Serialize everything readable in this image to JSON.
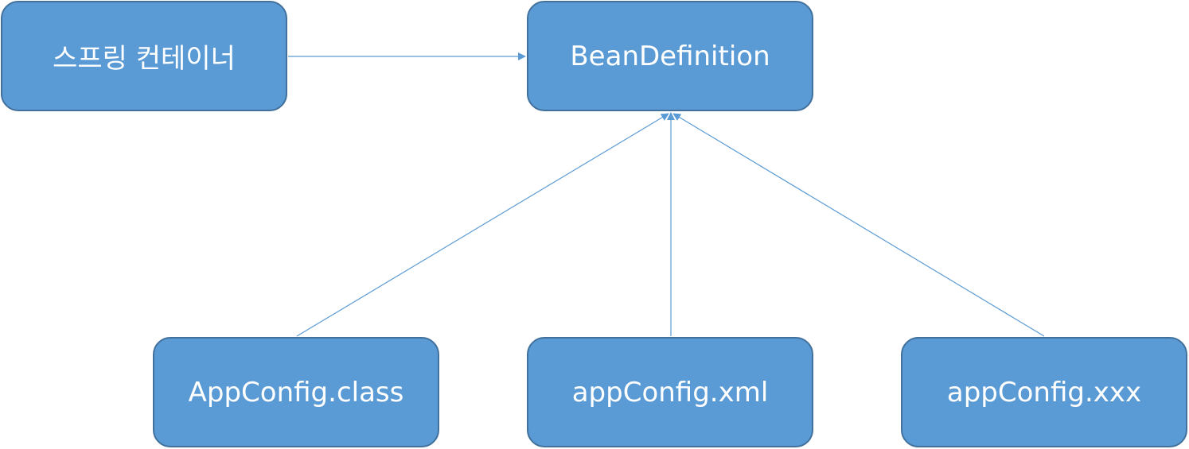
{
  "nodes": {
    "container": "스프링 컨테이너",
    "bean_definition": "BeanDefinition",
    "appconfig_class": "AppConfig.class",
    "appconfig_xml": "appConfig.xml",
    "appconfig_xxx": "appConfig.xxx"
  },
  "colors": {
    "node_fill": "#5b9bd5",
    "node_border": "#41719c",
    "node_text": "#ffffff",
    "edge": "#5b9bd5"
  }
}
